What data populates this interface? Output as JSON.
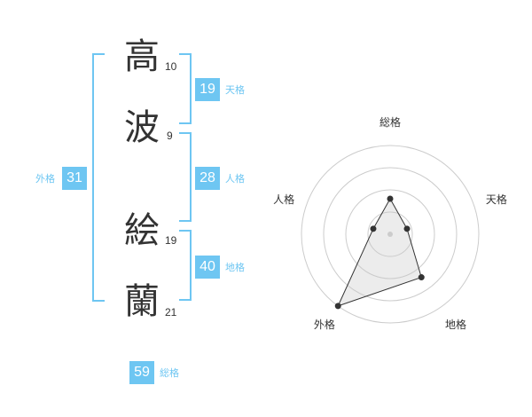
{
  "name": {
    "chars": [
      {
        "char": "高",
        "strokes": "10"
      },
      {
        "char": "波",
        "strokes": "9"
      },
      {
        "char": "絵",
        "strokes": "19"
      },
      {
        "char": "蘭",
        "strokes": "21"
      }
    ]
  },
  "kaku": {
    "tenkaku": {
      "value": "19",
      "label": "天格"
    },
    "jinkaku": {
      "value": "28",
      "label": "人格"
    },
    "chikaku": {
      "value": "40",
      "label": "地格"
    },
    "gaikaku": {
      "value": "31",
      "label": "外格"
    },
    "soukaku": {
      "value": "59",
      "label": "総格"
    }
  },
  "chart_data": {
    "type": "radar",
    "axes": [
      "総格",
      "天格",
      "地格",
      "外格",
      "人格"
    ],
    "values": [
      2,
      1,
      3,
      5,
      1
    ],
    "rmax": 5,
    "rings": 4,
    "colors": {
      "accent": "#6ec6f2",
      "line": "#333333",
      "ring": "#cccccc"
    }
  }
}
